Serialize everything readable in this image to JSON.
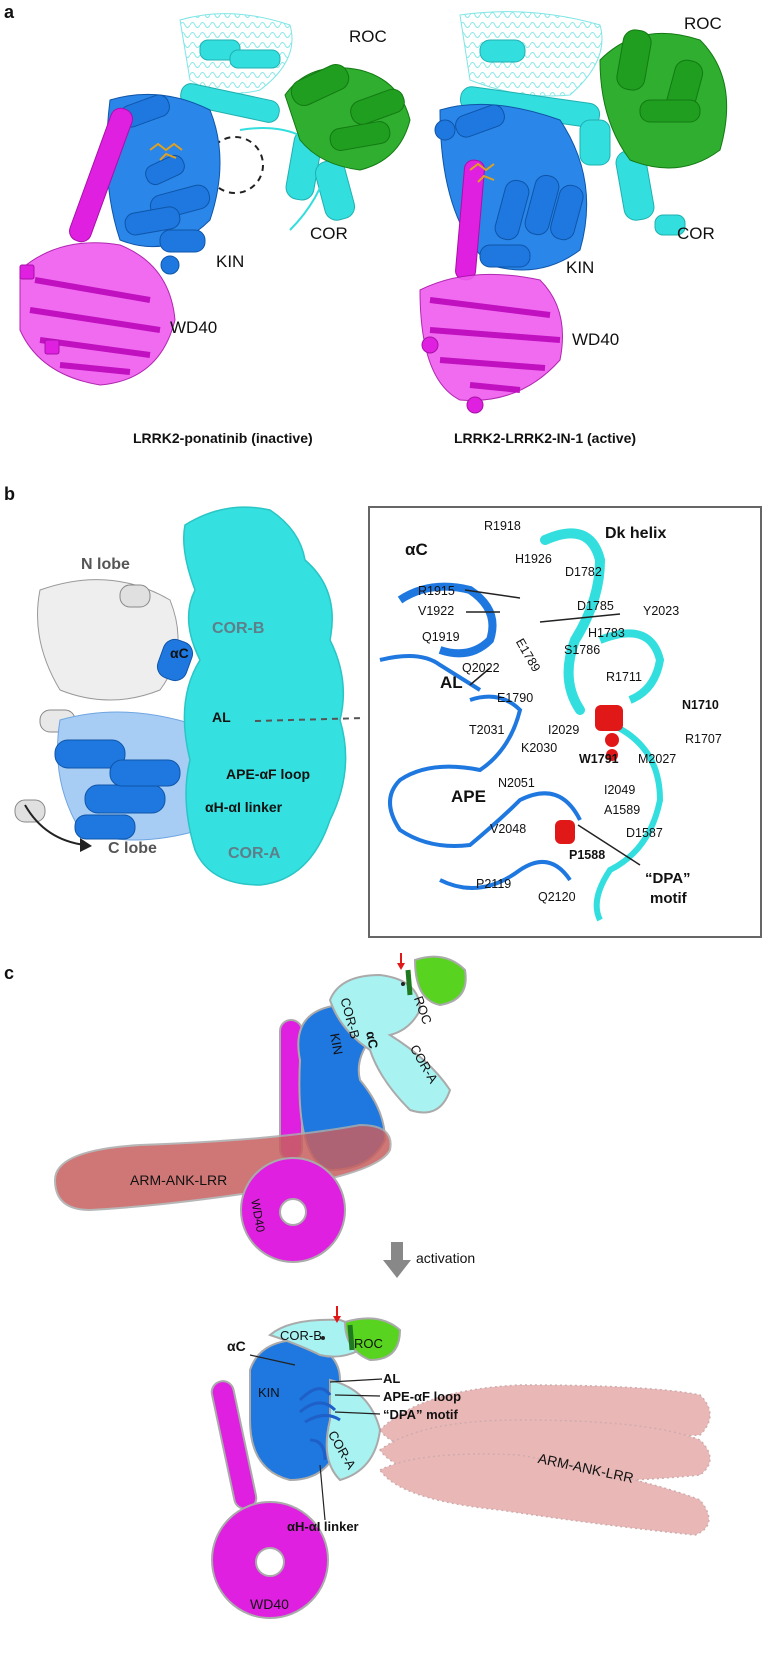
{
  "panels": {
    "a": "a",
    "b": "b",
    "c": "c"
  },
  "panel_a": {
    "left": {
      "caption": "LRRK2-ponatinib (inactive)",
      "roc": "ROC",
      "cor": "COR",
      "kin": "KIN",
      "wd40": "WD40"
    },
    "right": {
      "caption": "LRRK2-LRRK2-IN-1 (active)",
      "roc": "ROC",
      "cor": "COR",
      "kin": "KIN",
      "wd40": "WD40"
    }
  },
  "panel_b": {
    "left": {
      "n_lobe": "N lobe",
      "c_lobe": "C lobe",
      "cor_b": "COR-B",
      "cor_a": "COR-A",
      "ac": "αC",
      "al": "AL",
      "ape_af": "APE-αF loop",
      "ah_ai": "αH-αI linker"
    },
    "inset": {
      "dk_helix": "Dk helix",
      "ac": "αC",
      "al": "AL",
      "ape": "APE",
      "dpa_line1": "“DPA”",
      "dpa_line2": "motif",
      "residues": {
        "r1918": "R1918",
        "h1926": "H1926",
        "d1782": "D1782",
        "r1915": "R1915",
        "v1922": "V1922",
        "d1785": "D1785",
        "y2023": "Y2023",
        "h1783": "H1783",
        "q1919": "Q1919",
        "e1789": "E1789",
        "s1786": "S1786",
        "q2022": "Q2022",
        "r1711": "R1711",
        "e1790": "E1790",
        "n1710": "N1710",
        "t2031": "T2031",
        "i2029": "I2029",
        "r1707": "R1707",
        "k2030": "K2030",
        "w1791": "W1791",
        "m2027": "M2027",
        "n2051": "N2051",
        "i2049": "I2049",
        "a1589": "A1589",
        "v2048": "V2048",
        "d1587": "D1587",
        "p1588": "P1588",
        "p2119": "P2119",
        "q2120": "Q2120"
      }
    }
  },
  "panel_c": {
    "top": {
      "cor_b": "COR-B",
      "roc": "ROC",
      "kin": "KIN",
      "ac": "αC",
      "cor_a": "COR-A",
      "arm": "ARM-ANK-LRR",
      "wd40": "WD40"
    },
    "activation": "activation",
    "bottom": {
      "ac": "αC",
      "cor_b": "COR-B",
      "roc": "ROC",
      "kin": "KIN",
      "al": "AL",
      "ape_af": "APE-αF loop",
      "dpa": "“DPA” motif",
      "cor_a": "COR-A",
      "ah_ai": "αH-αI linker",
      "arm": "ARM-ANK-LRR",
      "wd40": "WD40"
    }
  },
  "colors": {
    "roc": "#1f9e1f",
    "cor": "#33dede",
    "kin": "#1e78e0",
    "wd40": "#e020e0",
    "arm": "#c76060",
    "inset_border": "#666666",
    "ligand": "#e0a020"
  }
}
